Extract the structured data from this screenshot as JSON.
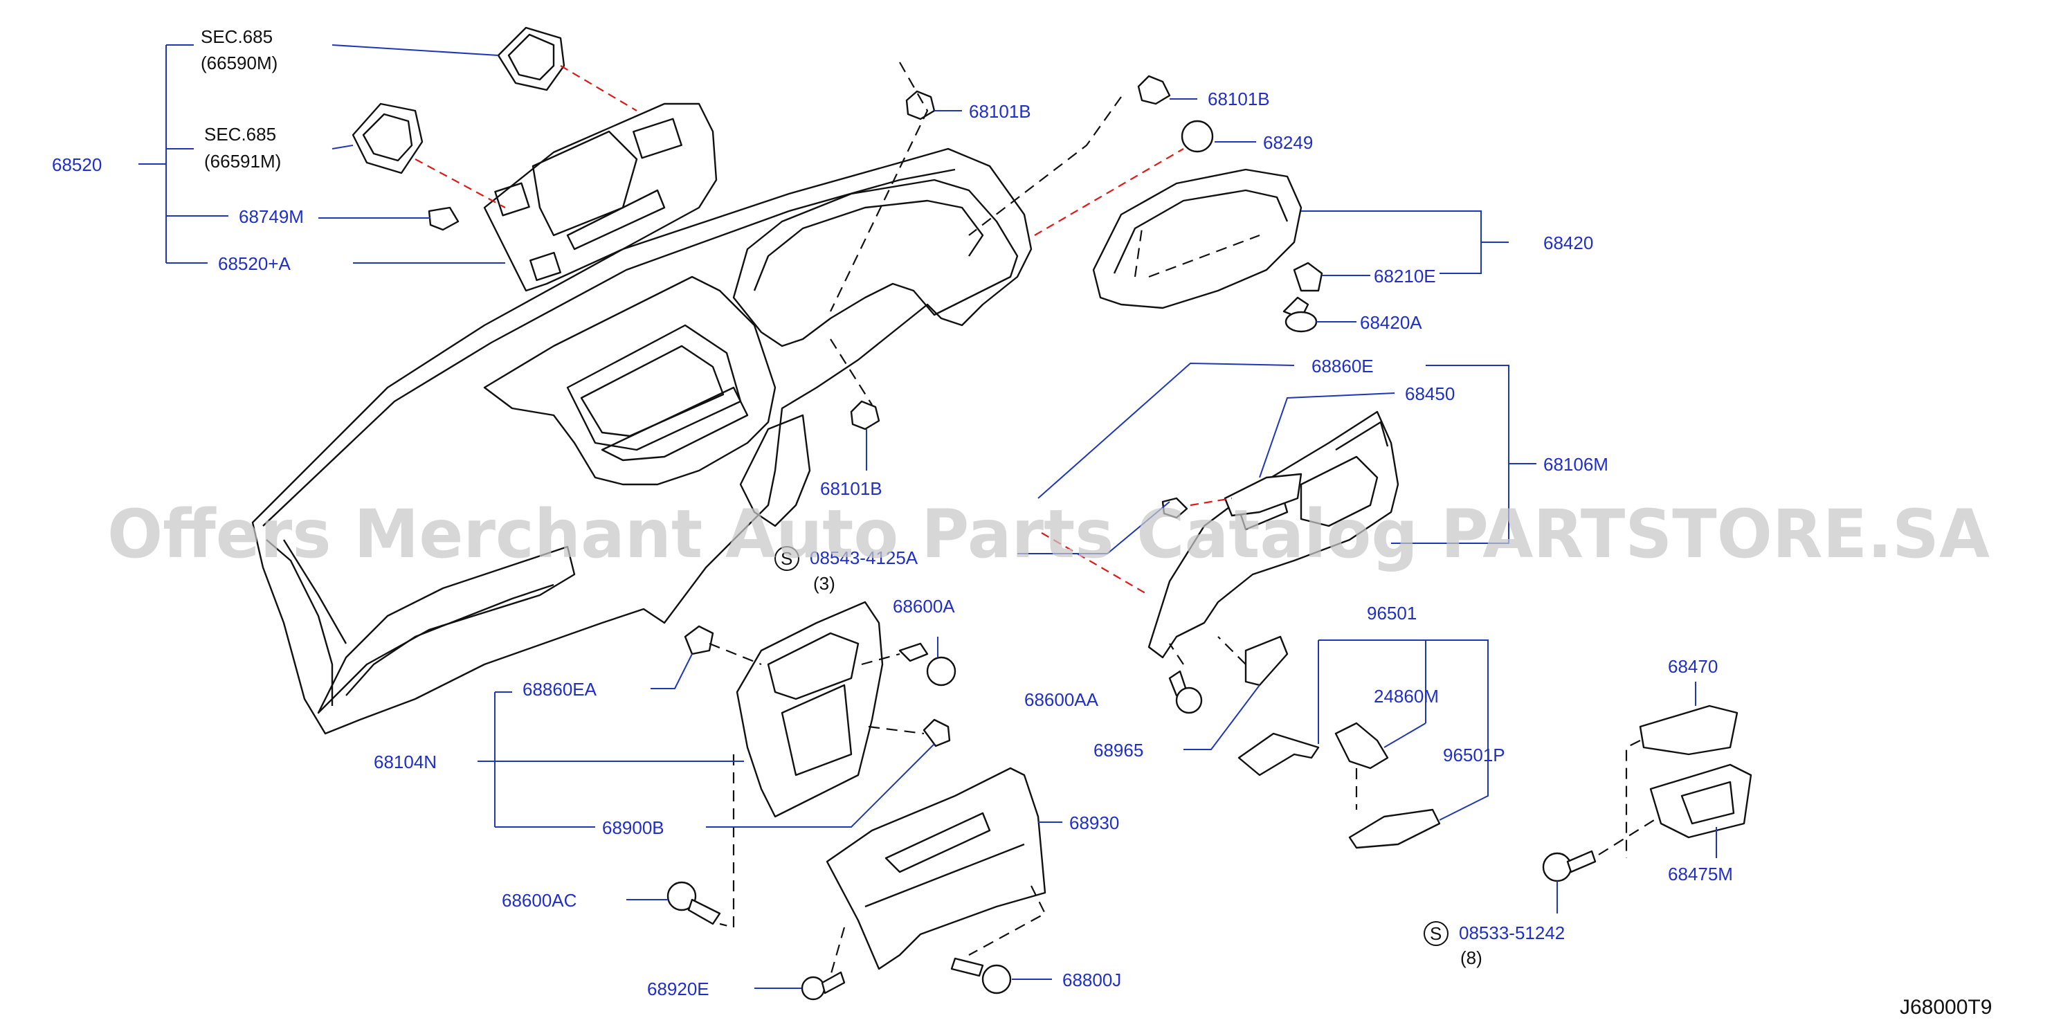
{
  "labels": {
    "sec685_a": "SEC.685",
    "p66590M": "(66590M)",
    "sec685_b": "SEC.685",
    "p66591M": "(66591M)",
    "p68520": "68520",
    "p68749M": "68749M",
    "p68520A": "68520+A",
    "p68101B_1": "68101B",
    "p68101B_2": "68101B",
    "p68101B_3": "68101B",
    "p68249": "68249",
    "p68420": "68420",
    "p68210E": "68210E",
    "p68420A": "68420A",
    "p68860E": "68860E",
    "p68450": "68450",
    "p68106M": "68106M",
    "s1_code": "08543-4125A",
    "s1_qty": "(3)",
    "s_symbol": "S",
    "p68600A": "68600A",
    "p68860EA": "68860EA",
    "p68104N": "68104N",
    "p68900B": "68900B",
    "p68600AA": "68600AA",
    "p68965": "68965",
    "p96501": "96501",
    "p24860M": "24860M",
    "p96501P": "96501P",
    "p68470": "68470",
    "p68930": "68930",
    "p68475M": "68475M",
    "p68600AC": "68600AC",
    "s2_code": "08533-51242",
    "s2_qty": "(8)",
    "p68920E": "68920E",
    "p68800J": "68800J"
  },
  "diagram_code": "J68000T9",
  "watermark": "Offers Merchant Auto Parts Catalog PARTSTORE.SA",
  "colors": {
    "part_label": "#1f2fc8",
    "leader": "#2036b8",
    "ref_dash": "#e01818",
    "line_art": "#111111"
  }
}
